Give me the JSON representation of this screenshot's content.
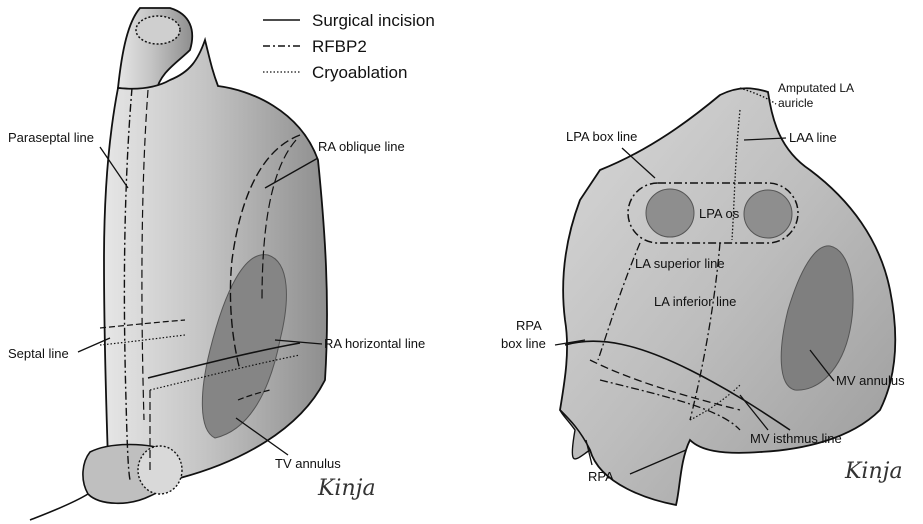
{
  "legend": {
    "items": [
      {
        "label": "Surgical incision",
        "style": "solid"
      },
      {
        "label": "RFBP2",
        "style": "dashdot"
      },
      {
        "label": "Cryoablation",
        "style": "dotted"
      }
    ]
  },
  "right_atrium": {
    "labels": {
      "paraseptal": "Paraseptal line",
      "ra_oblique": "RA oblique line",
      "septal": "Septal line",
      "ra_horizontal": "RA horizontal line",
      "tv_annulus": "TV annulus"
    }
  },
  "left_atrium": {
    "labels": {
      "amputated_line1": "Amputated LA",
      "amputated_line2": "auricle",
      "lpa_box": "LPA box line",
      "laa": "LAA line",
      "lpa_os": "LPA os",
      "la_superior": "LA superior line",
      "la_inferior": "LA inferior line",
      "rpa_box_line1": "RPA",
      "rpa_box_line2": "box line",
      "mv_annulus": "MV annulus",
      "mv_isthmus": "MV isthmus line",
      "rpa": "RPA"
    }
  },
  "signature": "Kinja",
  "colors": {
    "tissue": "#bdbdbd",
    "tissue_dark": "#9a9a9a",
    "annulus": "#7f7f7f",
    "line": "#111111"
  }
}
